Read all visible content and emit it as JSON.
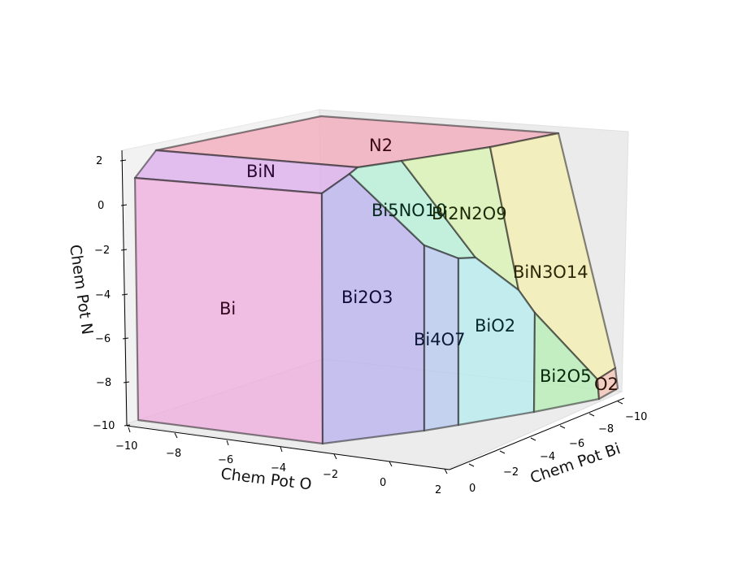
{
  "chart_data": {
    "type": "3d-polyhedral-phase-diagram",
    "axes": {
      "x": {
        "label": "Chem Pot O",
        "range": [
          -10,
          2
        ],
        "ticks": [
          "−10",
          "−8",
          "−6",
          "−4",
          "−2",
          "0",
          "2"
        ]
      },
      "y": {
        "label": "Chem Pot Bi",
        "range": [
          -10,
          0
        ],
        "ticks": [
          "−10",
          "−8",
          "−6",
          "−4",
          "−2",
          "0"
        ]
      },
      "z": {
        "label": "Chem Pot N",
        "range": [
          -10,
          2
        ],
        "ticks": [
          "2",
          "0",
          "−2",
          "−4",
          "−6",
          "−8",
          "−10"
        ]
      }
    },
    "regions": [
      {
        "name": "N2",
        "color": "#f4a3b6"
      },
      {
        "name": "BiN",
        "color": "#dba8ee"
      },
      {
        "name": "Bi",
        "color": "#f0a8dc"
      },
      {
        "name": "Bi2O3",
        "color": "#b7aef0"
      },
      {
        "name": "Bi5NO10",
        "color": "#b2f2d6"
      },
      {
        "name": "Bi2N2O9",
        "color": "#d9f5ad"
      },
      {
        "name": "BiN3O14",
        "color": "#f5f0aa"
      },
      {
        "name": "Bi4O7",
        "color": "#b3c8f2"
      },
      {
        "name": "BiO2",
        "color": "#b2ecf0"
      },
      {
        "name": "Bi2O5",
        "color": "#b0f0b0"
      },
      {
        "name": "O2",
        "color": "#f5c0b0"
      }
    ]
  }
}
